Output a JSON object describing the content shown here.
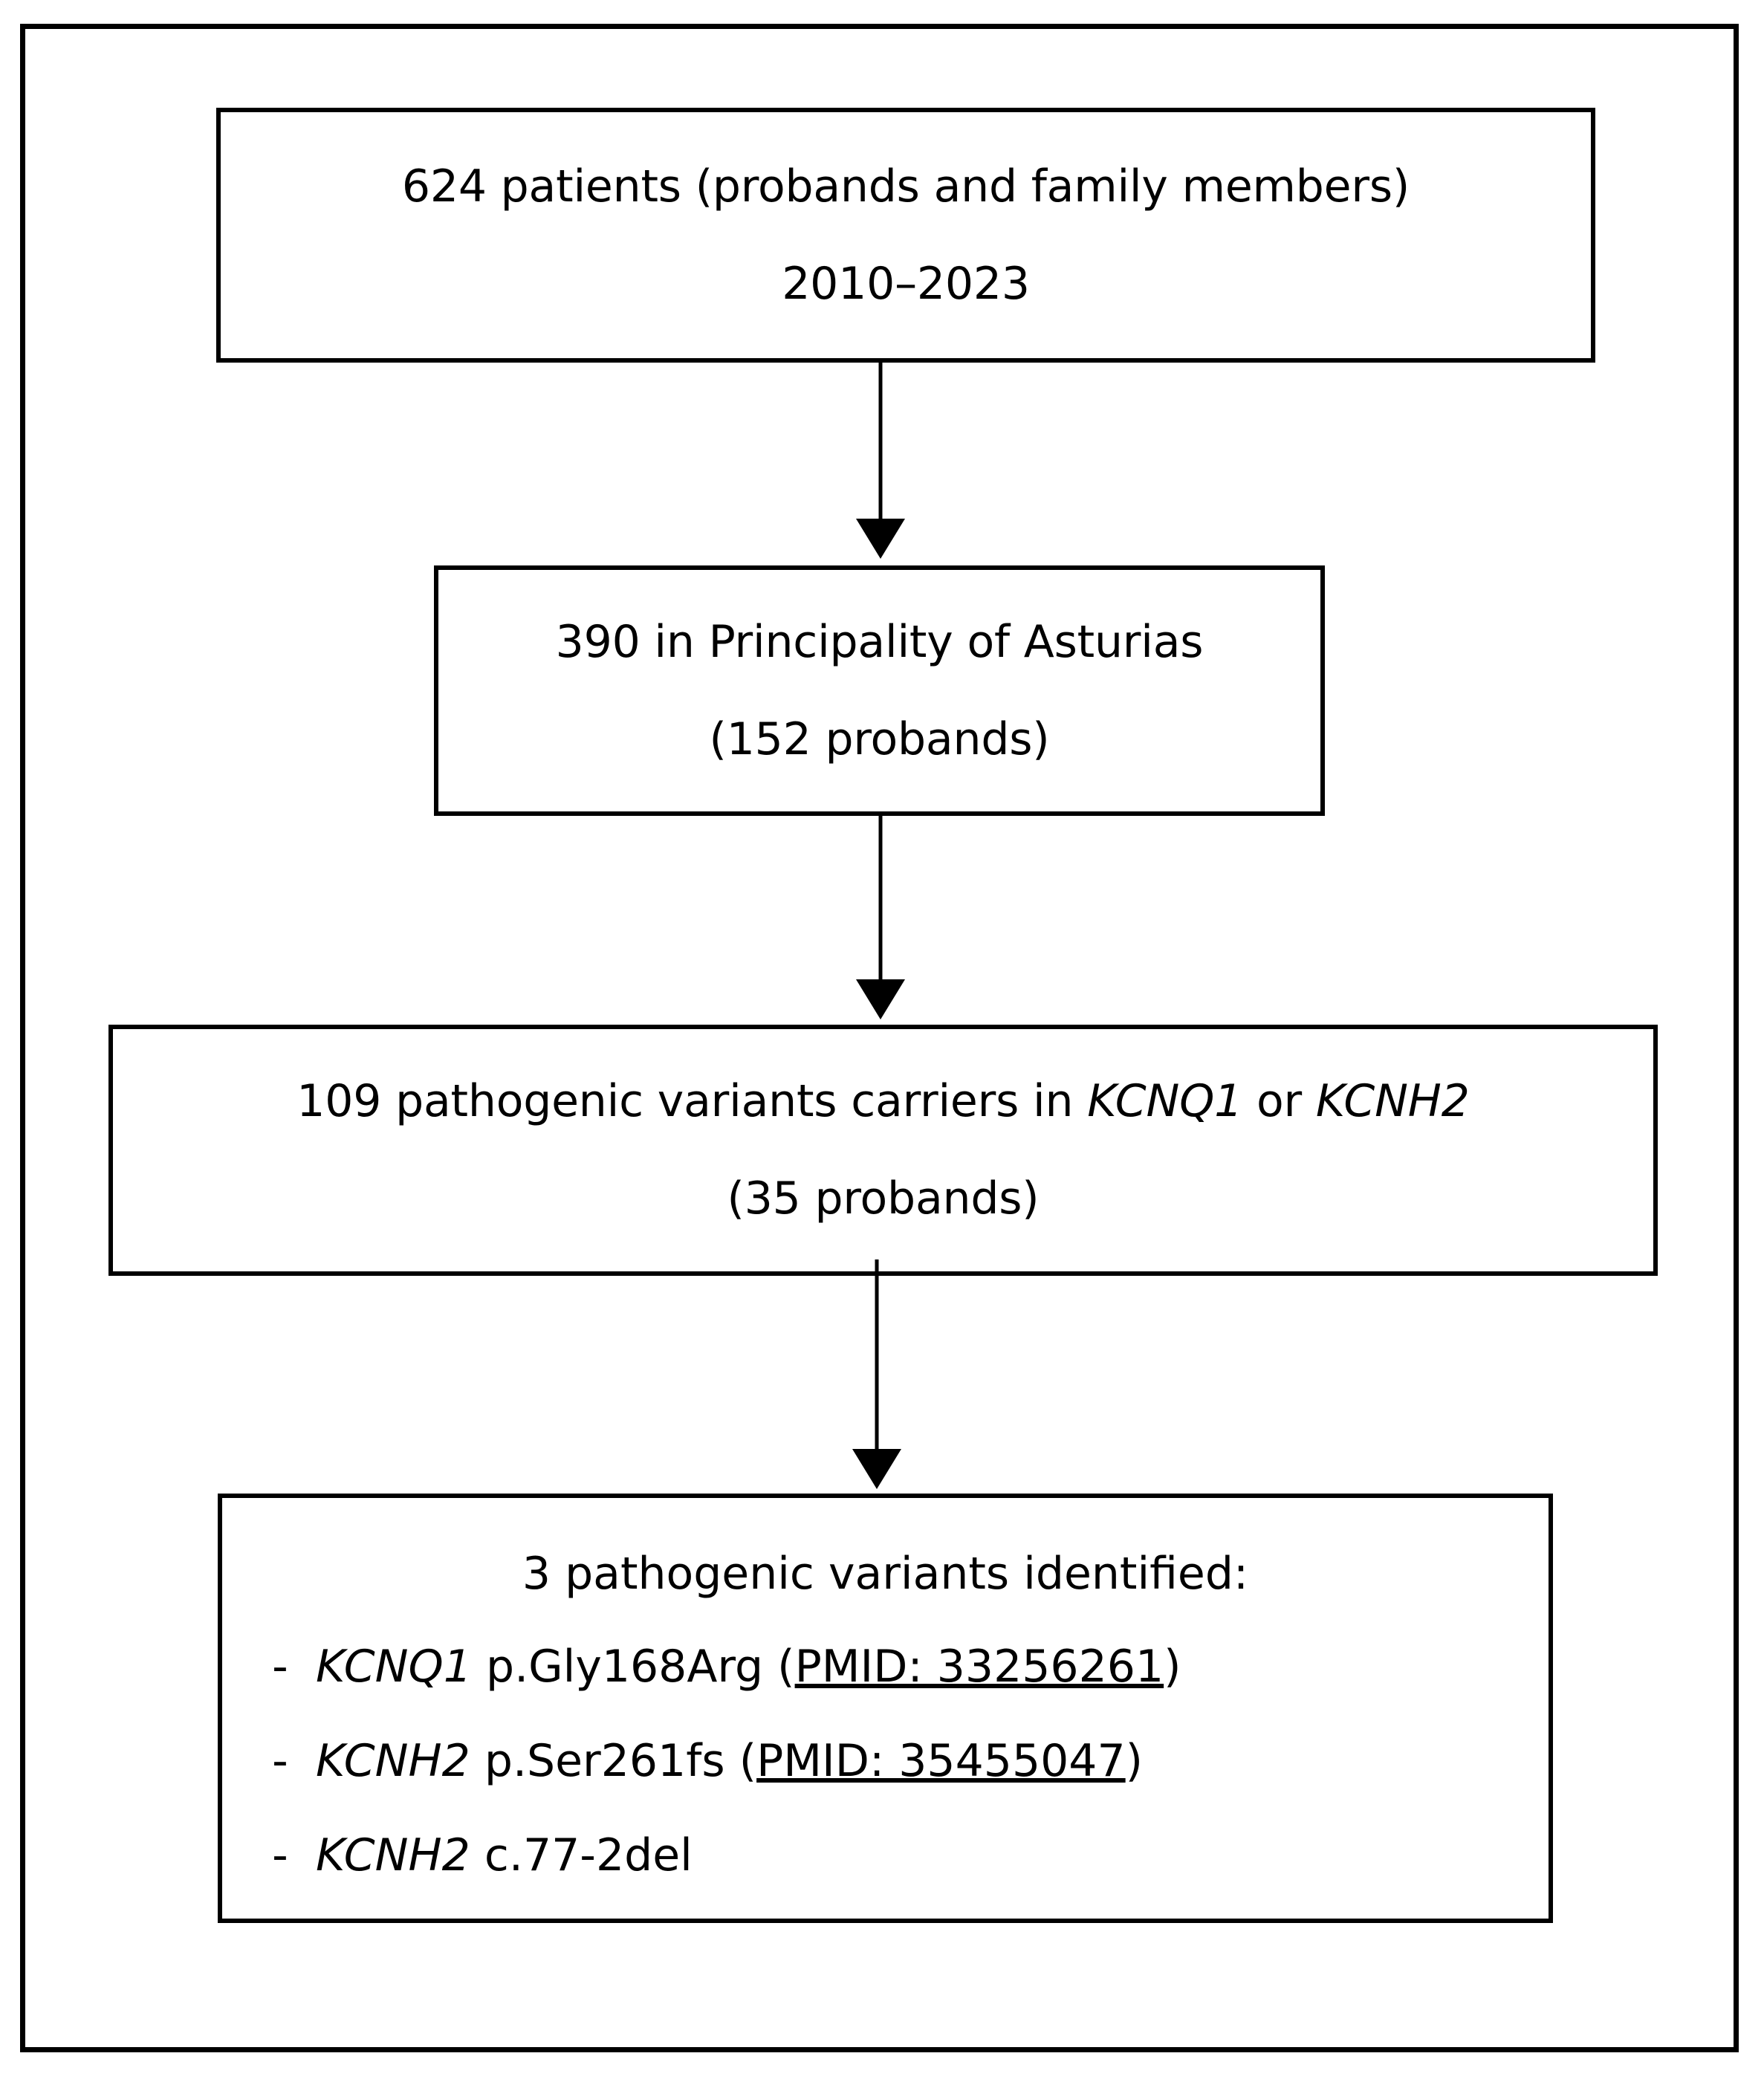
{
  "diagram": {
    "title": "Patient cohort and pathogenic variant selection flowchart",
    "accent_color": "#000000",
    "background_color": "#ffffff",
    "boxes": [
      {
        "id": "patients",
        "lines": [
          "624 patients  (probands and family members)",
          "2010–2023"
        ]
      },
      {
        "id": "asturias",
        "lines": [
          "390 in Principality of Asturias",
          "(152 probands)"
        ]
      },
      {
        "id": "carriers",
        "line1_prefix": "109 pathogenic variants carriers in ",
        "line1_gene_a": "KCNQ1",
        "line1_mid": " or ",
        "line1_gene_b": "KCNH2",
        "line2": "(35 probands)"
      },
      {
        "id": "variants",
        "heading": "3 pathogenic variants identified:",
        "bullet_marker": "-",
        "items": [
          {
            "gene": "KCNQ1",
            "change": " p.Gly168Arg ",
            "open_paren": "(",
            "pmid": "PMID: 33256261",
            "close_paren": ")"
          },
          {
            "gene": "KCNH2",
            "change": " p.Ser261fs ",
            "open_paren": "(",
            "pmid": "PMID: 35455047",
            "close_paren": ")"
          },
          {
            "gene": "KCNH2",
            "change": " c.77-2del",
            "open_paren": "",
            "pmid": "",
            "close_paren": ""
          }
        ]
      }
    ],
    "arrows": [
      {
        "id": "patients-to-asturias",
        "direction": "down"
      },
      {
        "id": "asturias-to-carriers",
        "direction": "down"
      },
      {
        "id": "carriers-to-variants",
        "direction": "down"
      }
    ]
  }
}
